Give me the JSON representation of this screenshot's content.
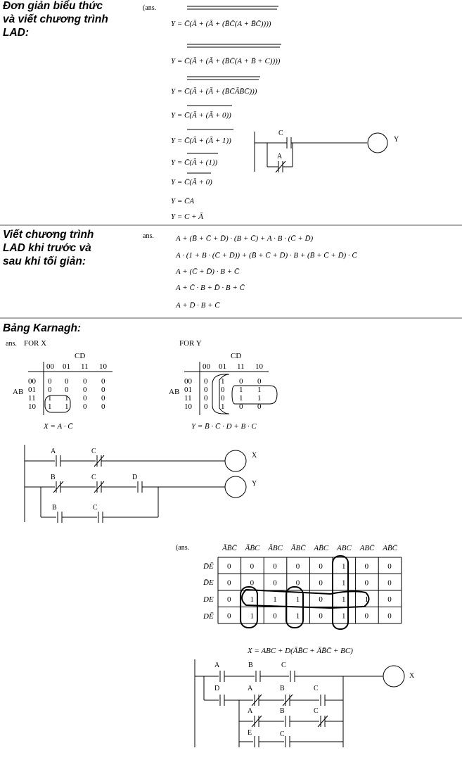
{
  "sections": [
    {
      "title_lines": [
        "Đơn  giản  biểu  thức",
        "và viết chương trình",
        "LAD:"
      ]
    },
    {
      "title_lines": [
        "Viết chương trình",
        "LAD khi trước và",
        "sau khi tối giản:"
      ]
    },
    {
      "title_lines": [
        "Bảng Karnagh:"
      ]
    }
  ],
  "ans_label_1": "(ans.",
  "ans_label_2": "ans.",
  "ans_label_3": "ans.",
  "ans_label_4": "(ans.",
  "sec1_expressions": [
    "Y = C̄(Ā + (Ā + (B̄C̄(A + B̄C̄))))",
    "Y = C̄(Ā + (Ā + (B̄C̄(A + B̄ + C))))",
    "Y = C̄(Ā + (Ā + (B̄C̄ĀB̄C̄)))",
    "Y = C̄(Ā + (Ā + 0))",
    "Y = C̄(Ā + (Ā + 1))",
    "Y = C̄(Ā + (1))",
    "Y = C̄(Ā + 0)",
    "Y = C̄A",
    "Y = C + Ā"
  ],
  "sec1_ladder": {
    "contact_1": "C",
    "contact_2": "A",
    "coil": "Y"
  },
  "sec2_expressions": [
    "A + (B̄ + C̄ + D̄) · (B + C̄) + A · B · (C̄ + D̄)",
    "A · (1 + B · (C̄ + D̄)) + (B̄ + C̄ + D̄) · B + (B̄ + C̄ + D̄) · C̄",
    "A + (C̄ + D̄) · B + C̄",
    "A + C̄ · B + D̄ · B + C̄",
    "A + D̄ · B + C̄"
  ],
  "kmap_x": {
    "title": "FOR X",
    "col_var": "CD",
    "row_var": "AB",
    "col_headers": [
      "00",
      "01",
      "11",
      "10"
    ],
    "row_headers": [
      "00",
      "01",
      "11",
      "10"
    ],
    "cells": [
      [
        "0",
        "0",
        "0",
        "0"
      ],
      [
        "0",
        "0",
        "0",
        "0"
      ],
      [
        "1",
        "1",
        "0",
        "0"
      ],
      [
        "1",
        "1",
        "0",
        "0"
      ]
    ],
    "result": "X = A · C̄"
  },
  "kmap_y": {
    "title": "FOR Y",
    "col_var": "CD",
    "row_var": "AB",
    "col_headers": [
      "00",
      "01",
      "11",
      "10"
    ],
    "row_headers": [
      "00",
      "01",
      "11",
      "10"
    ],
    "cells": [
      [
        "0",
        "1",
        "0",
        "0"
      ],
      [
        "0",
        "0",
        "1",
        "1"
      ],
      [
        "0",
        "0",
        "1",
        "1"
      ],
      [
        "0",
        "1",
        "0",
        "0"
      ]
    ],
    "result": "Y = B̄ · C̄ · D + B · C"
  },
  "ladder_xy": {
    "x_a": "A",
    "x_c": "C",
    "x_coil": "X",
    "y_b": "B",
    "y_c": "C",
    "y_d": "D",
    "y_b2": "B",
    "y_c2": "C",
    "y_coil": "Y"
  },
  "kmap_5": {
    "col_headers": [
      "ĀB̄C̄",
      "ĀB̄C",
      "ĀBC",
      "ĀBC̄",
      "AB̄C",
      "ABC",
      "ABC̄",
      "AB̄C̄"
    ],
    "row_headers": [
      "D̄Ē",
      "D̄E",
      "DE",
      "DĒ"
    ],
    "cells": [
      [
        "0",
        "0",
        "0",
        "0",
        "0",
        "1",
        "0",
        "0"
      ],
      [
        "0",
        "0",
        "0",
        "0",
        "0",
        "1",
        "0",
        "0"
      ],
      [
        "0",
        "1",
        "1",
        "1",
        "0",
        "1",
        "1",
        "0"
      ],
      [
        "0",
        "1",
        "0",
        "1",
        "0",
        "1",
        "0",
        "0"
      ]
    ],
    "result": "X = ABC + D(ĀB̄C + ĀB̄C̄ + BC)"
  },
  "ladder_5": {
    "r1a": "A",
    "r1b": "B",
    "r1c": "C",
    "r2d": "D",
    "r2a": "A",
    "r2b": "B",
    "r2c": "C",
    "r3a": "A",
    "r3b": "B",
    "r3c": "C",
    "r4e": "E",
    "r4c": "C",
    "coil": "X"
  }
}
